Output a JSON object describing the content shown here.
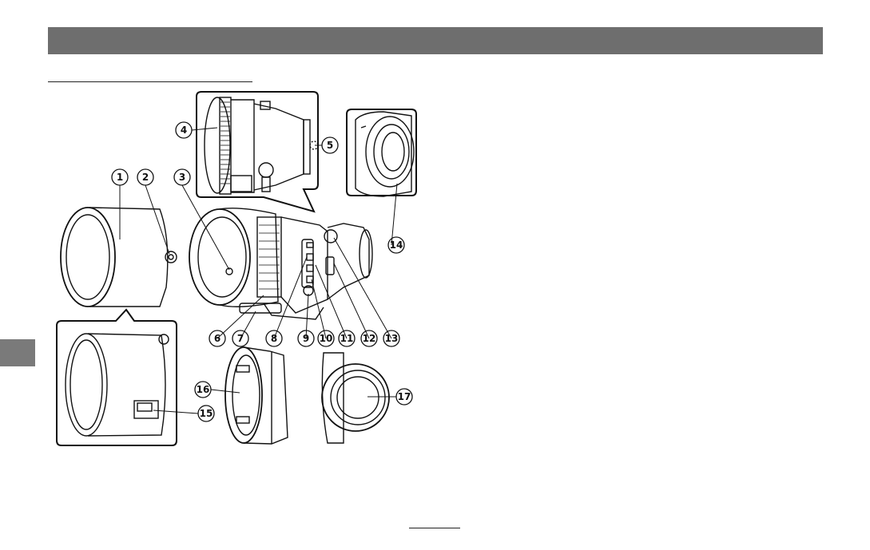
{
  "header": {
    "title": ""
  },
  "section": {
    "heading": ""
  },
  "side_tab": {
    "label": ""
  },
  "page": {
    "number": ""
  },
  "figure": {
    "callouts": [
      "1",
      "2",
      "3",
      "4",
      "5",
      "6",
      "7",
      "8",
      "9",
      "10",
      "11",
      "12",
      "13",
      "14",
      "15",
      "16",
      "17"
    ]
  }
}
